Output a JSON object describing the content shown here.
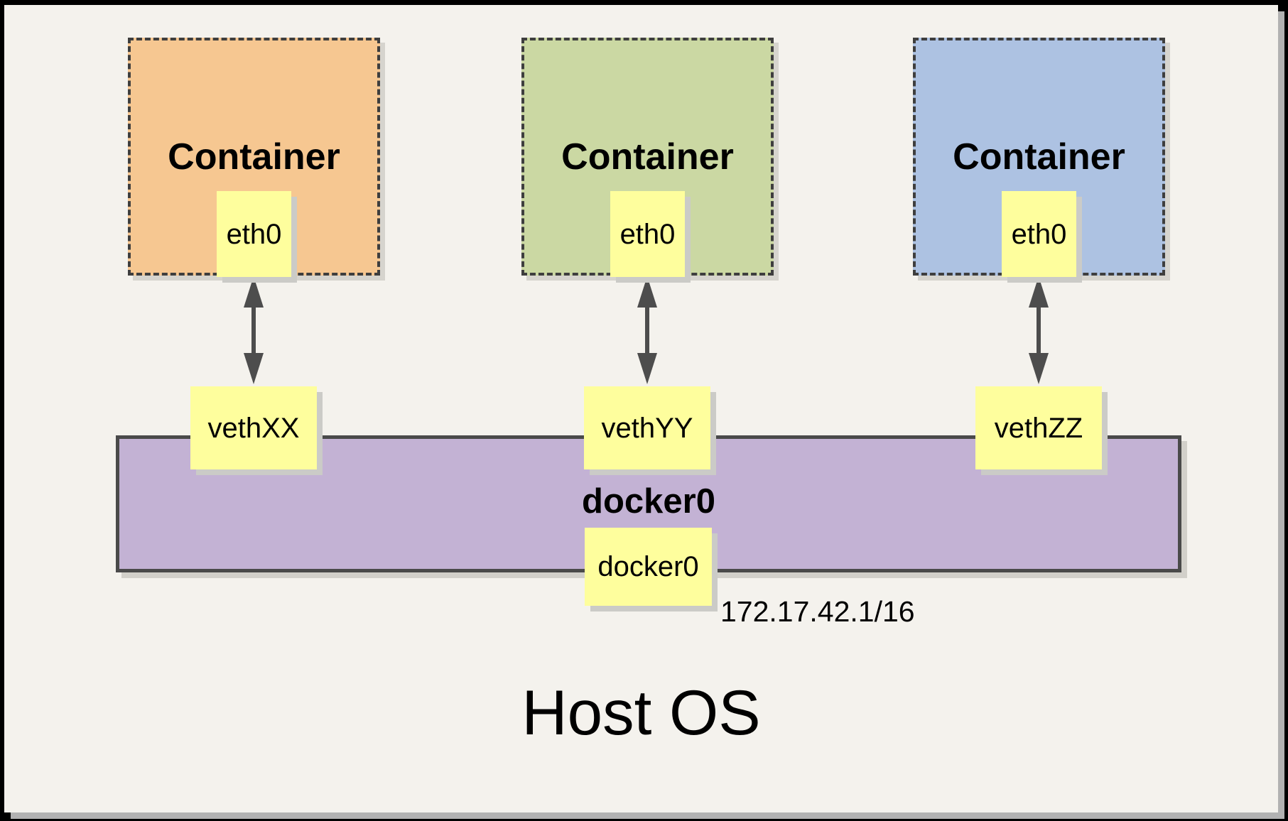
{
  "canvas": {
    "panel_background": "#F4F2ED",
    "frame_color": "#000000"
  },
  "containers": [
    {
      "label": "Container",
      "iface": "eth0",
      "veth": "vethXX",
      "fill": "#F6C791"
    },
    {
      "label": "Container",
      "iface": "eth0",
      "veth": "vethYY",
      "fill": "#CBD8A3"
    },
    {
      "label": "Container",
      "iface": "eth0",
      "veth": "vethZZ",
      "fill": "#ADC2E2"
    }
  ],
  "bridge": {
    "label": "docker0",
    "iface": "docker0",
    "ip": "172.17.42.1/16",
    "fill": "#C3B2D4"
  },
  "host": {
    "label": "Host OS"
  },
  "colors": {
    "note_fill": "#FEFE9D",
    "dash_border": "#3E3E3E",
    "arrow": "#4D4D4D",
    "bar_border": "#4A4A4A"
  }
}
